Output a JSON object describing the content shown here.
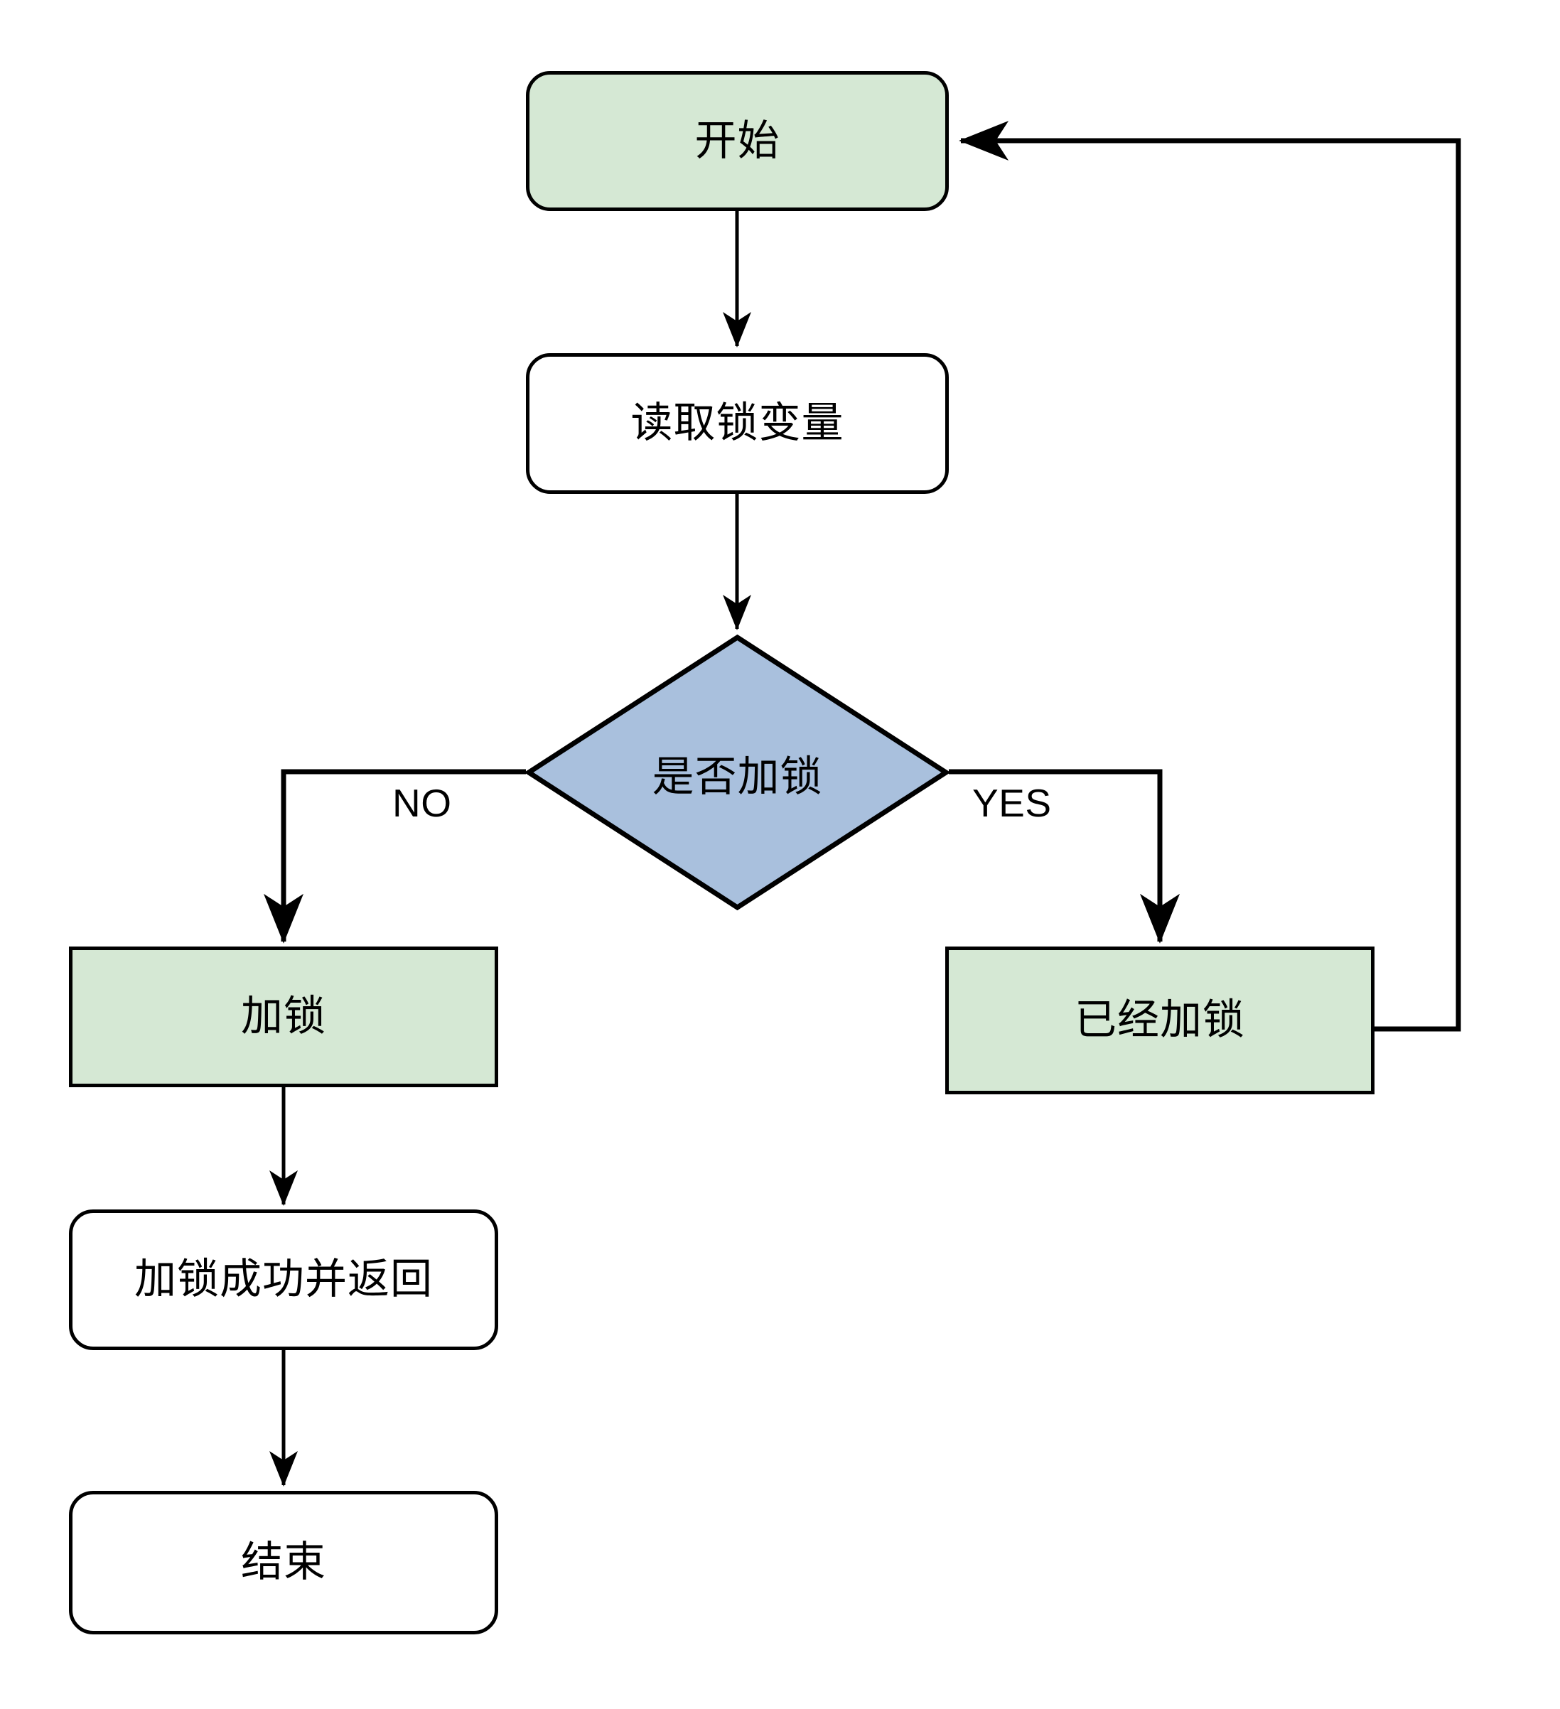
{
  "diagram": {
    "type": "flowchart",
    "title": "",
    "orientation": "top-to-bottom",
    "colors": {
      "green_fill": "#d5e8d4",
      "blue_fill": "#a9c0dd",
      "white_fill": "#ffffff",
      "stroke": "#000000",
      "background": "#ffffff"
    },
    "nodes": [
      {
        "id": "start",
        "label": "开始",
        "shape": "rounded-rectangle",
        "fill": "#d5e8d4"
      },
      {
        "id": "read-lock-var",
        "label": "读取锁变量",
        "shape": "rounded-rectangle",
        "fill": "#ffffff"
      },
      {
        "id": "is-locked",
        "label": "是否加锁",
        "shape": "diamond",
        "fill": "#a9c0dd"
      },
      {
        "id": "acquire-lock",
        "label": "加锁",
        "shape": "rectangle",
        "fill": "#d5e8d4"
      },
      {
        "id": "already-locked",
        "label": "已经加锁",
        "shape": "rectangle",
        "fill": "#d5e8d4"
      },
      {
        "id": "lock-success-return",
        "label": "加锁成功并返回",
        "shape": "rounded-rectangle",
        "fill": "#ffffff"
      },
      {
        "id": "end",
        "label": "结束",
        "shape": "rounded-rectangle",
        "fill": "#ffffff"
      }
    ],
    "edges": [
      {
        "id": "e-start-read",
        "from": "start",
        "to": "read-lock-var",
        "label": ""
      },
      {
        "id": "e-read-decision",
        "from": "read-lock-var",
        "to": "is-locked",
        "label": ""
      },
      {
        "id": "e-decision-no",
        "from": "is-locked",
        "to": "acquire-lock",
        "label": "NO"
      },
      {
        "id": "e-decision-yes",
        "from": "is-locked",
        "to": "already-locked",
        "label": "YES"
      },
      {
        "id": "e-acquire-success",
        "from": "acquire-lock",
        "to": "lock-success-return",
        "label": ""
      },
      {
        "id": "e-success-end",
        "from": "lock-success-return",
        "to": "end",
        "label": ""
      },
      {
        "id": "e-alreadylocked-start",
        "from": "already-locked",
        "to": "start",
        "label": ""
      }
    ]
  }
}
